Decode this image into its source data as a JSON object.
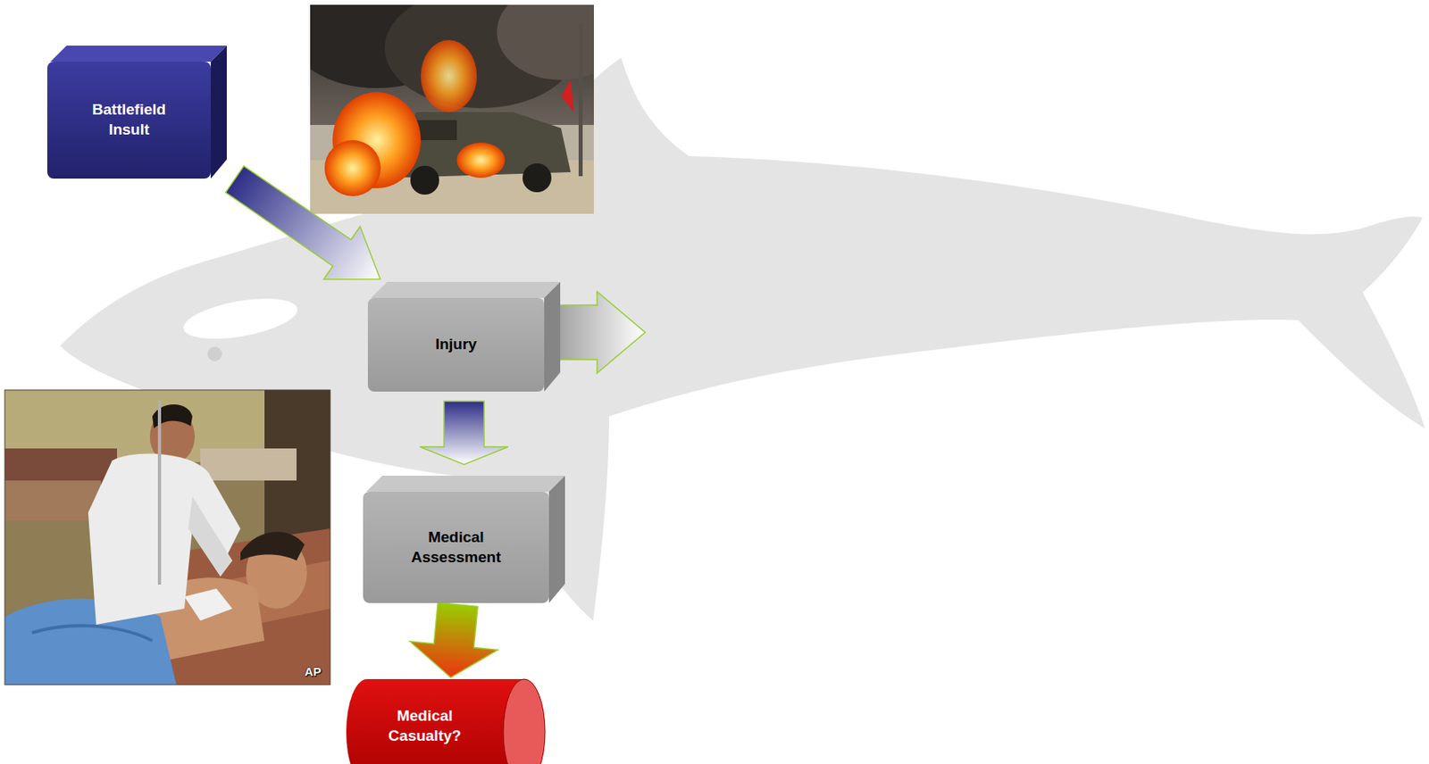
{
  "diagram": {
    "nodes": [
      {
        "text": [
          "Battlefield Insult"
        ]
      },
      {
        "text": [
          "Injury"
        ]
      },
      {
        "text": [
          "Medical Assessment"
        ]
      },
      {
        "text": [
          "Medical Casualty?"
        ]
      }
    ],
    "edges": [
      {
        "from": 0,
        "to": 1,
        "arrow": "to"
      },
      {
        "from": 1,
        "to": 2,
        "arrow": "to"
      },
      {
        "from": 2,
        "to": 3,
        "arrow": "to"
      }
    ],
    "labels": [
      "AP"
    ]
  }
}
